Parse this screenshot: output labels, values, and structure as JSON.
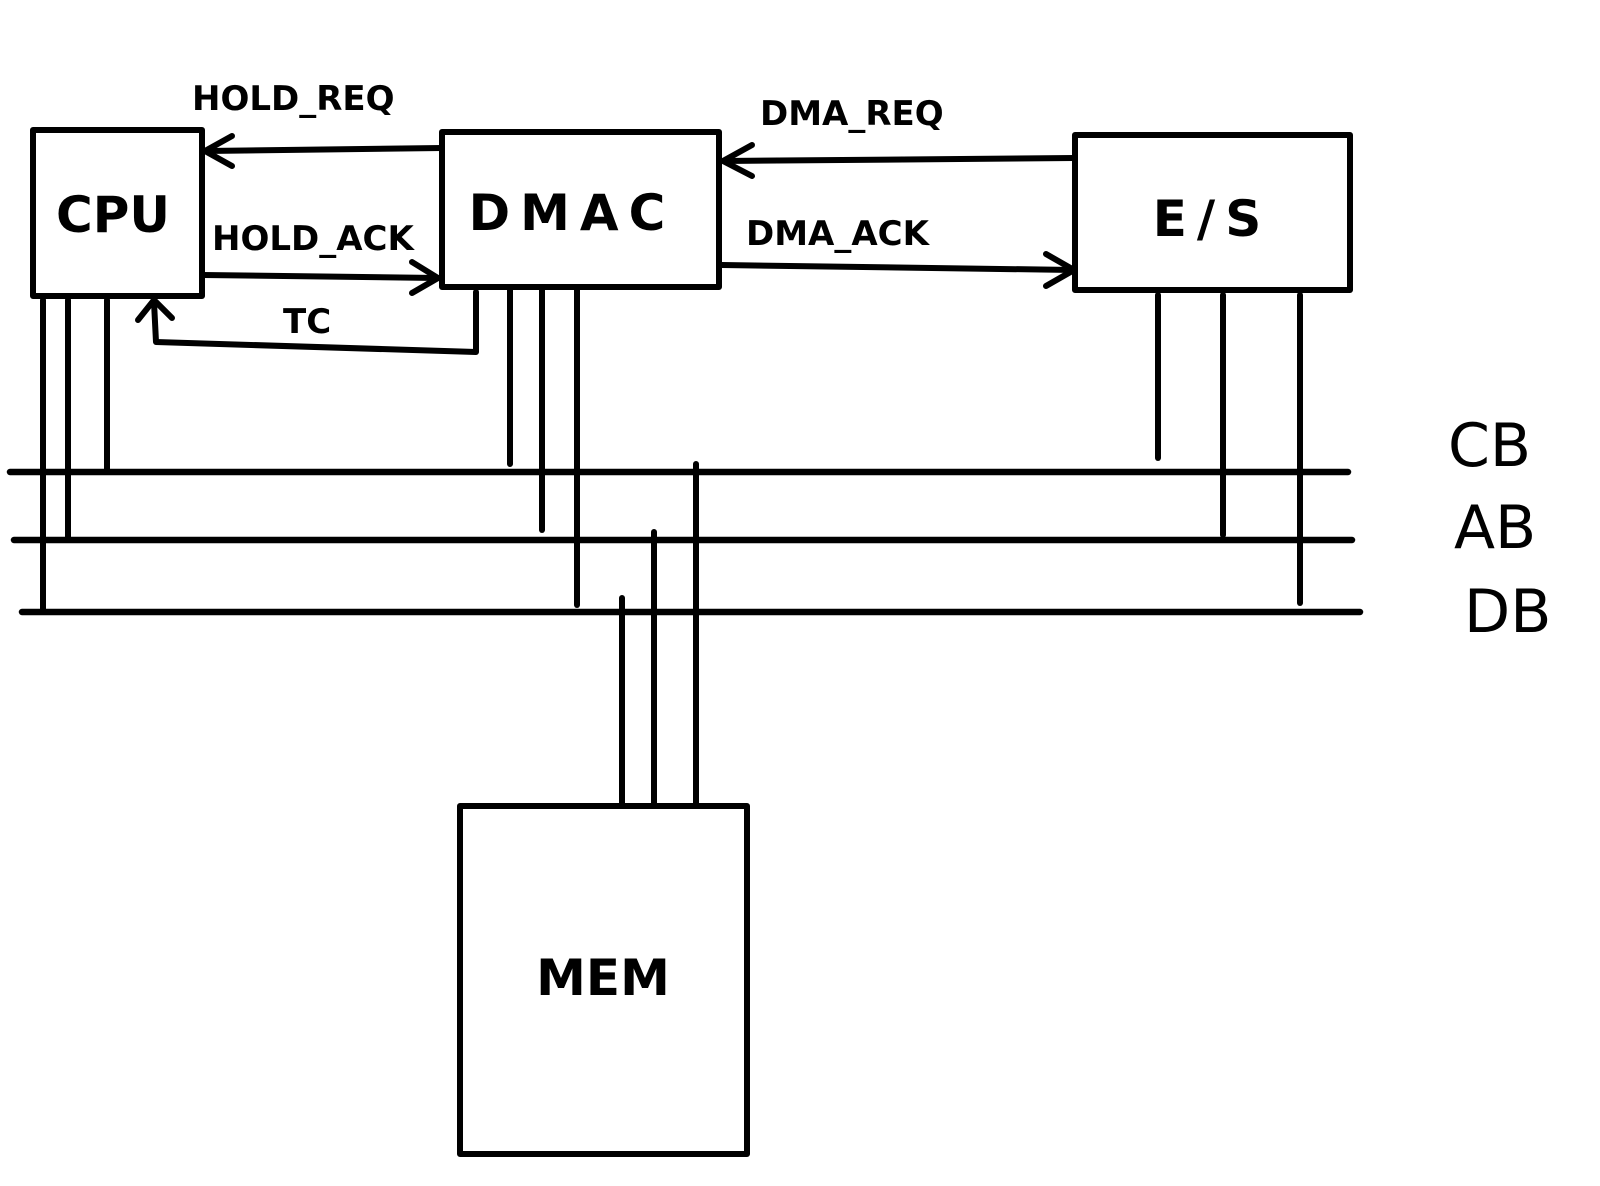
{
  "blocks": {
    "cpu": "CPU",
    "dmac": "DMAC",
    "es": "E/S",
    "mem": "MEM"
  },
  "signals": {
    "hold_req": "HOLD_REQ",
    "hold_ack": "HOLD_ACK",
    "tc": "TC",
    "dma_req": "DMA_REQ",
    "dma_ack": "DMA_ACK"
  },
  "buses": {
    "cb": "CB",
    "ab": "AB",
    "db": "DB"
  }
}
